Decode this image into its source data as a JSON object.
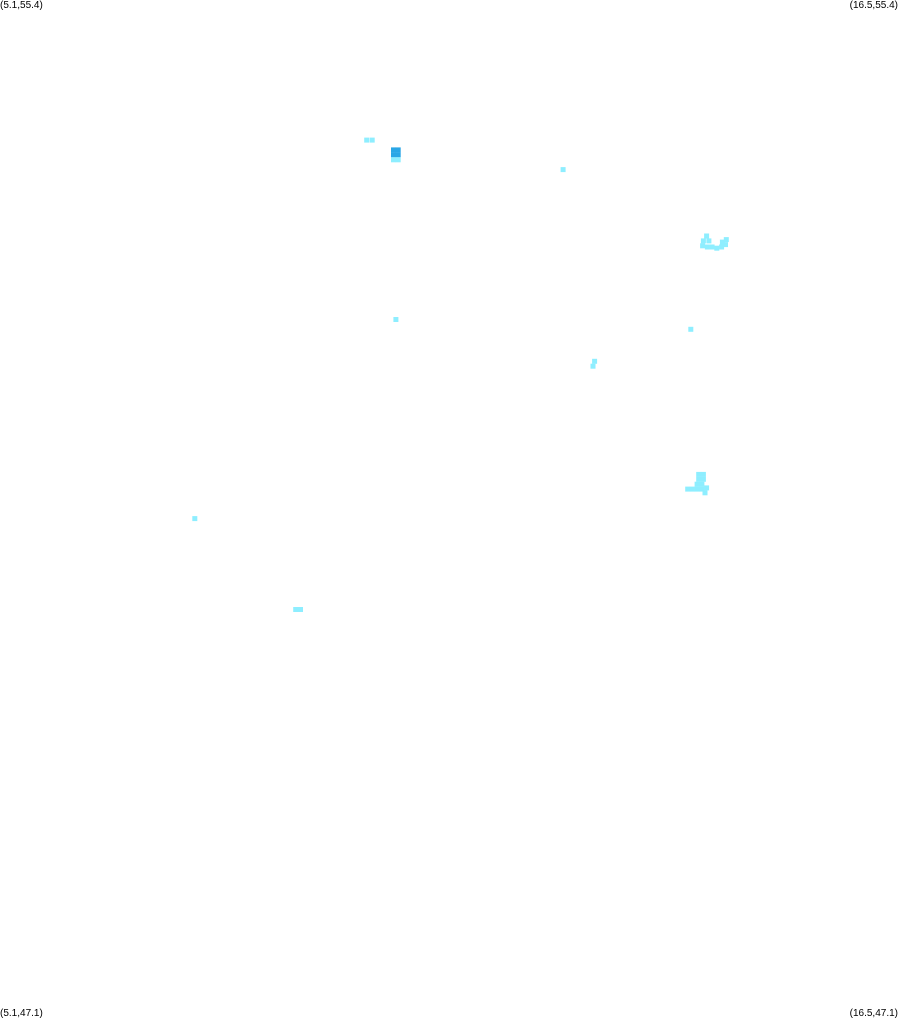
{
  "map": {
    "corner_labels": {
      "top_left": "(5.1,55.4)",
      "top_right": "(16.5,55.4)",
      "bottom_left": "(5.1,47.1)",
      "bottom_right": "(16.5,47.1)"
    },
    "extent": {
      "lon_min": 5.1,
      "lon_max": 16.5,
      "lat_min": 47.1,
      "lat_max": 55.4
    },
    "colors": {
      "background": "#ffffff",
      "cell_light": "#8eeeff",
      "cell_dark": "#2aa6e6",
      "label_text": "#000000"
    },
    "cells": [
      {
        "lon": 9.75,
        "lat": 54.26,
        "level": "light"
      },
      {
        "lon": 9.82,
        "lat": 54.26,
        "level": "light"
      },
      {
        "lon": 10.09,
        "lat": 54.18,
        "level": "dark"
      },
      {
        "lon": 10.15,
        "lat": 54.18,
        "level": "dark"
      },
      {
        "lon": 10.09,
        "lat": 54.14,
        "level": "dark"
      },
      {
        "lon": 10.15,
        "lat": 54.14,
        "level": "dark"
      },
      {
        "lon": 10.09,
        "lat": 54.1,
        "level": "light"
      },
      {
        "lon": 10.15,
        "lat": 54.1,
        "level": "light"
      },
      {
        "lon": 12.24,
        "lat": 54.02,
        "level": "light"
      },
      {
        "lon": 14.06,
        "lat": 53.48,
        "level": "light"
      },
      {
        "lon": 14.02,
        "lat": 53.44,
        "level": "light"
      },
      {
        "lon": 14.09,
        "lat": 53.44,
        "level": "light"
      },
      {
        "lon": 14.01,
        "lat": 53.4,
        "level": "light"
      },
      {
        "lon": 14.07,
        "lat": 53.39,
        "level": "light"
      },
      {
        "lon": 14.13,
        "lat": 53.39,
        "level": "light"
      },
      {
        "lon": 14.19,
        "lat": 53.38,
        "level": "light"
      },
      {
        "lon": 14.25,
        "lat": 53.39,
        "level": "light"
      },
      {
        "lon": 14.26,
        "lat": 53.43,
        "level": "light"
      },
      {
        "lon": 14.31,
        "lat": 53.45,
        "level": "light"
      },
      {
        "lon": 14.3,
        "lat": 53.41,
        "level": "light"
      },
      {
        "lon": 10.12,
        "lat": 52.8,
        "level": "light"
      },
      {
        "lon": 13.86,
        "lat": 52.72,
        "level": "light"
      },
      {
        "lon": 12.64,
        "lat": 52.46,
        "level": "light"
      },
      {
        "lon": 12.62,
        "lat": 52.42,
        "level": "light"
      },
      {
        "lon": 13.96,
        "lat": 51.54,
        "level": "light"
      },
      {
        "lon": 14.02,
        "lat": 51.54,
        "level": "light"
      },
      {
        "lon": 13.96,
        "lat": 51.5,
        "level": "light"
      },
      {
        "lon": 14.02,
        "lat": 51.5,
        "level": "light"
      },
      {
        "lon": 13.94,
        "lat": 51.46,
        "level": "light"
      },
      {
        "lon": 14.0,
        "lat": 51.46,
        "level": "light"
      },
      {
        "lon": 13.82,
        "lat": 51.42,
        "level": "light"
      },
      {
        "lon": 13.88,
        "lat": 51.42,
        "level": "light"
      },
      {
        "lon": 13.94,
        "lat": 51.42,
        "level": "light"
      },
      {
        "lon": 14.0,
        "lat": 51.42,
        "level": "light"
      },
      {
        "lon": 14.06,
        "lat": 51.43,
        "level": "light"
      },
      {
        "lon": 14.04,
        "lat": 51.39,
        "level": "light"
      },
      {
        "lon": 7.57,
        "lat": 51.18,
        "level": "light"
      },
      {
        "lon": 8.85,
        "lat": 50.44,
        "level": "light"
      },
      {
        "lon": 8.91,
        "lat": 50.44,
        "level": "light"
      }
    ]
  }
}
